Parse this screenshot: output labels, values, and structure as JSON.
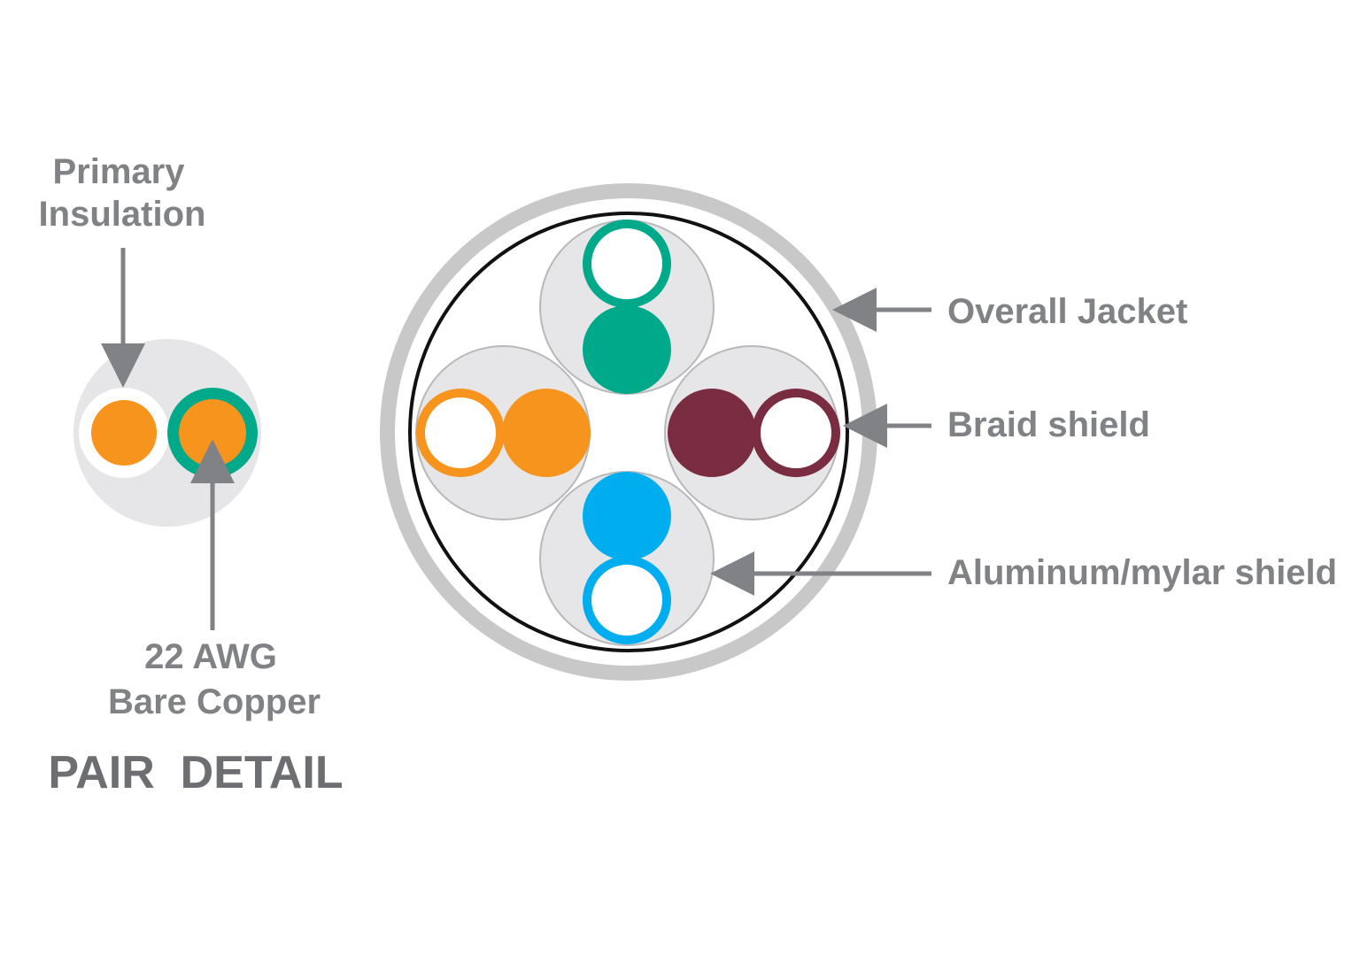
{
  "pair_detail": {
    "label_primary_line1": "Primary",
    "label_primary_line2": "Insulation",
    "label_copper_line1": "22 AWG",
    "label_copper_line2": "Bare Copper",
    "title": "PAIR  DETAIL"
  },
  "cable": {
    "label_jacket": "Overall Jacket",
    "label_braid": "Braid shield",
    "label_foil": "Aluminum/mylar shield"
  },
  "colors": {
    "jacket": "#c8c8c8",
    "braid": "#111111",
    "foil_fill": "#e6e6e8",
    "foil_outline": "#b8b8ba",
    "arrow": "#808285",
    "label": "#808285",
    "pair_green": "#00a98a",
    "pair_orange": "#f7941d",
    "pair_brown": "#7a2c40",
    "pair_blue": "#00aeef"
  }
}
